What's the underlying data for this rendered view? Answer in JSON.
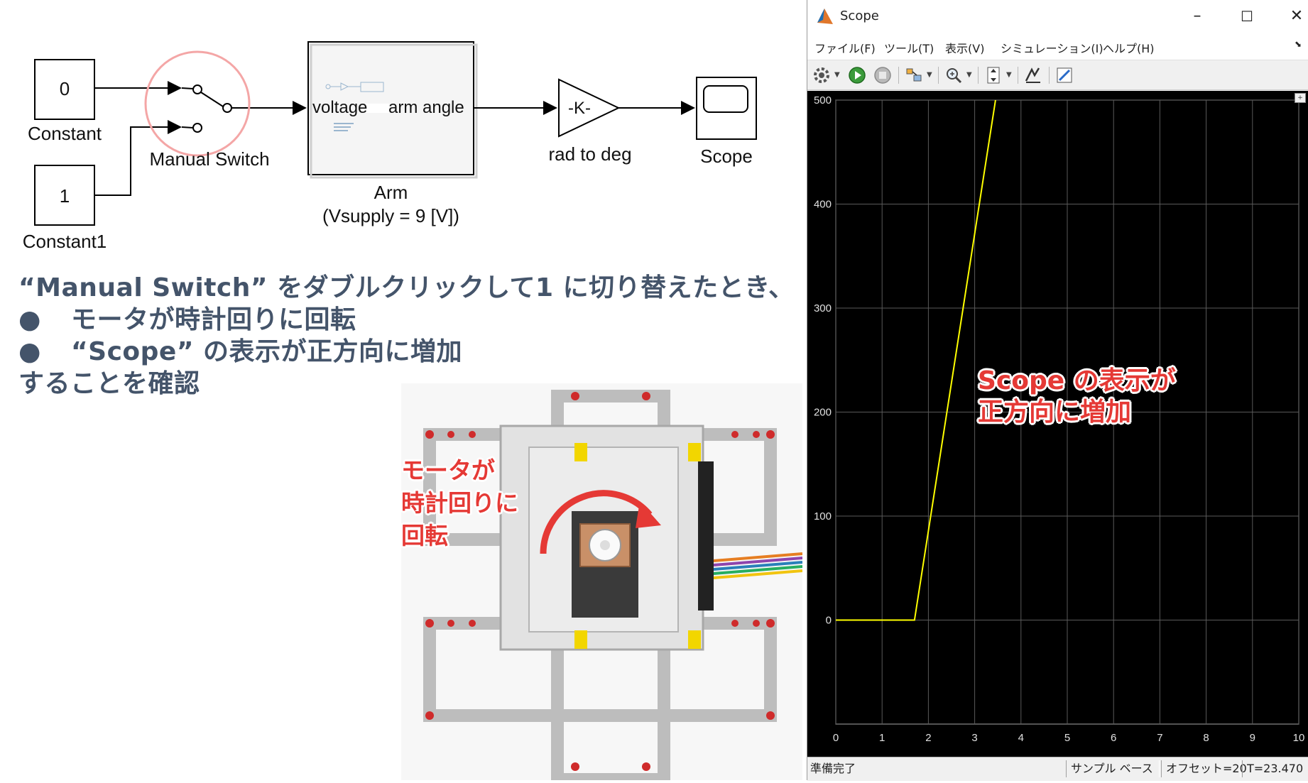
{
  "diagram": {
    "const0": {
      "value": "0",
      "label": "Constant"
    },
    "const1": {
      "value": "1",
      "label": "Constant1"
    },
    "switch": {
      "label": "Manual Switch"
    },
    "arm": {
      "in_port": "voltage",
      "out_port": "arm angle",
      "label_line1": "Arm",
      "label_line2": "(Vsupply = 9 [V])"
    },
    "gain": {
      "value": "-K-",
      "label": "rad to deg"
    },
    "scope": {
      "label": "Scope"
    }
  },
  "notes": {
    "line1": "“Manual Switch” をダブルクリックして1 に切り替えたとき、",
    "bullets": [
      "モータが時計回りに回転",
      "“Scope” の表示が正方向に増加"
    ],
    "line4": "することを確認",
    "bullet_char": "●"
  },
  "photo": {
    "caption": [
      "モータが",
      "時計回りに",
      "回転"
    ],
    "arrow_color": "#e53935"
  },
  "scope_window": {
    "title": "Scope",
    "menu": [
      "ファイル(F)",
      "ツール(T)",
      "表示(V)",
      "シミュレーション(I)",
      "ヘルプ(H)"
    ],
    "toolbar_icons": [
      "gear-icon",
      "run-icon",
      "stop-icon",
      "signal-icon",
      "zoom-icon",
      "scale-icon",
      "highlight-icon",
      "edit-icon"
    ],
    "annotation": [
      "Scope の表示が",
      "正方向に増加"
    ],
    "status": {
      "ready": "準備完了",
      "sample": "サンプル ベース",
      "offset": "オフセット=20",
      "time": "T=23.470"
    }
  },
  "chart_data": {
    "type": "line",
    "xlim": [
      0,
      10
    ],
    "ylim": [
      -100,
      500
    ],
    "x_ticks": [
      0,
      1,
      2,
      3,
      4,
      5,
      6,
      7,
      8,
      9,
      10
    ],
    "y_ticks": [
      0,
      100,
      200,
      300,
      400,
      500
    ],
    "grid": true,
    "line_color": "#ffff00",
    "series": [
      {
        "x": [
          0,
          1.7,
          3.45
        ],
        "y": [
          0,
          0,
          500
        ]
      }
    ]
  }
}
